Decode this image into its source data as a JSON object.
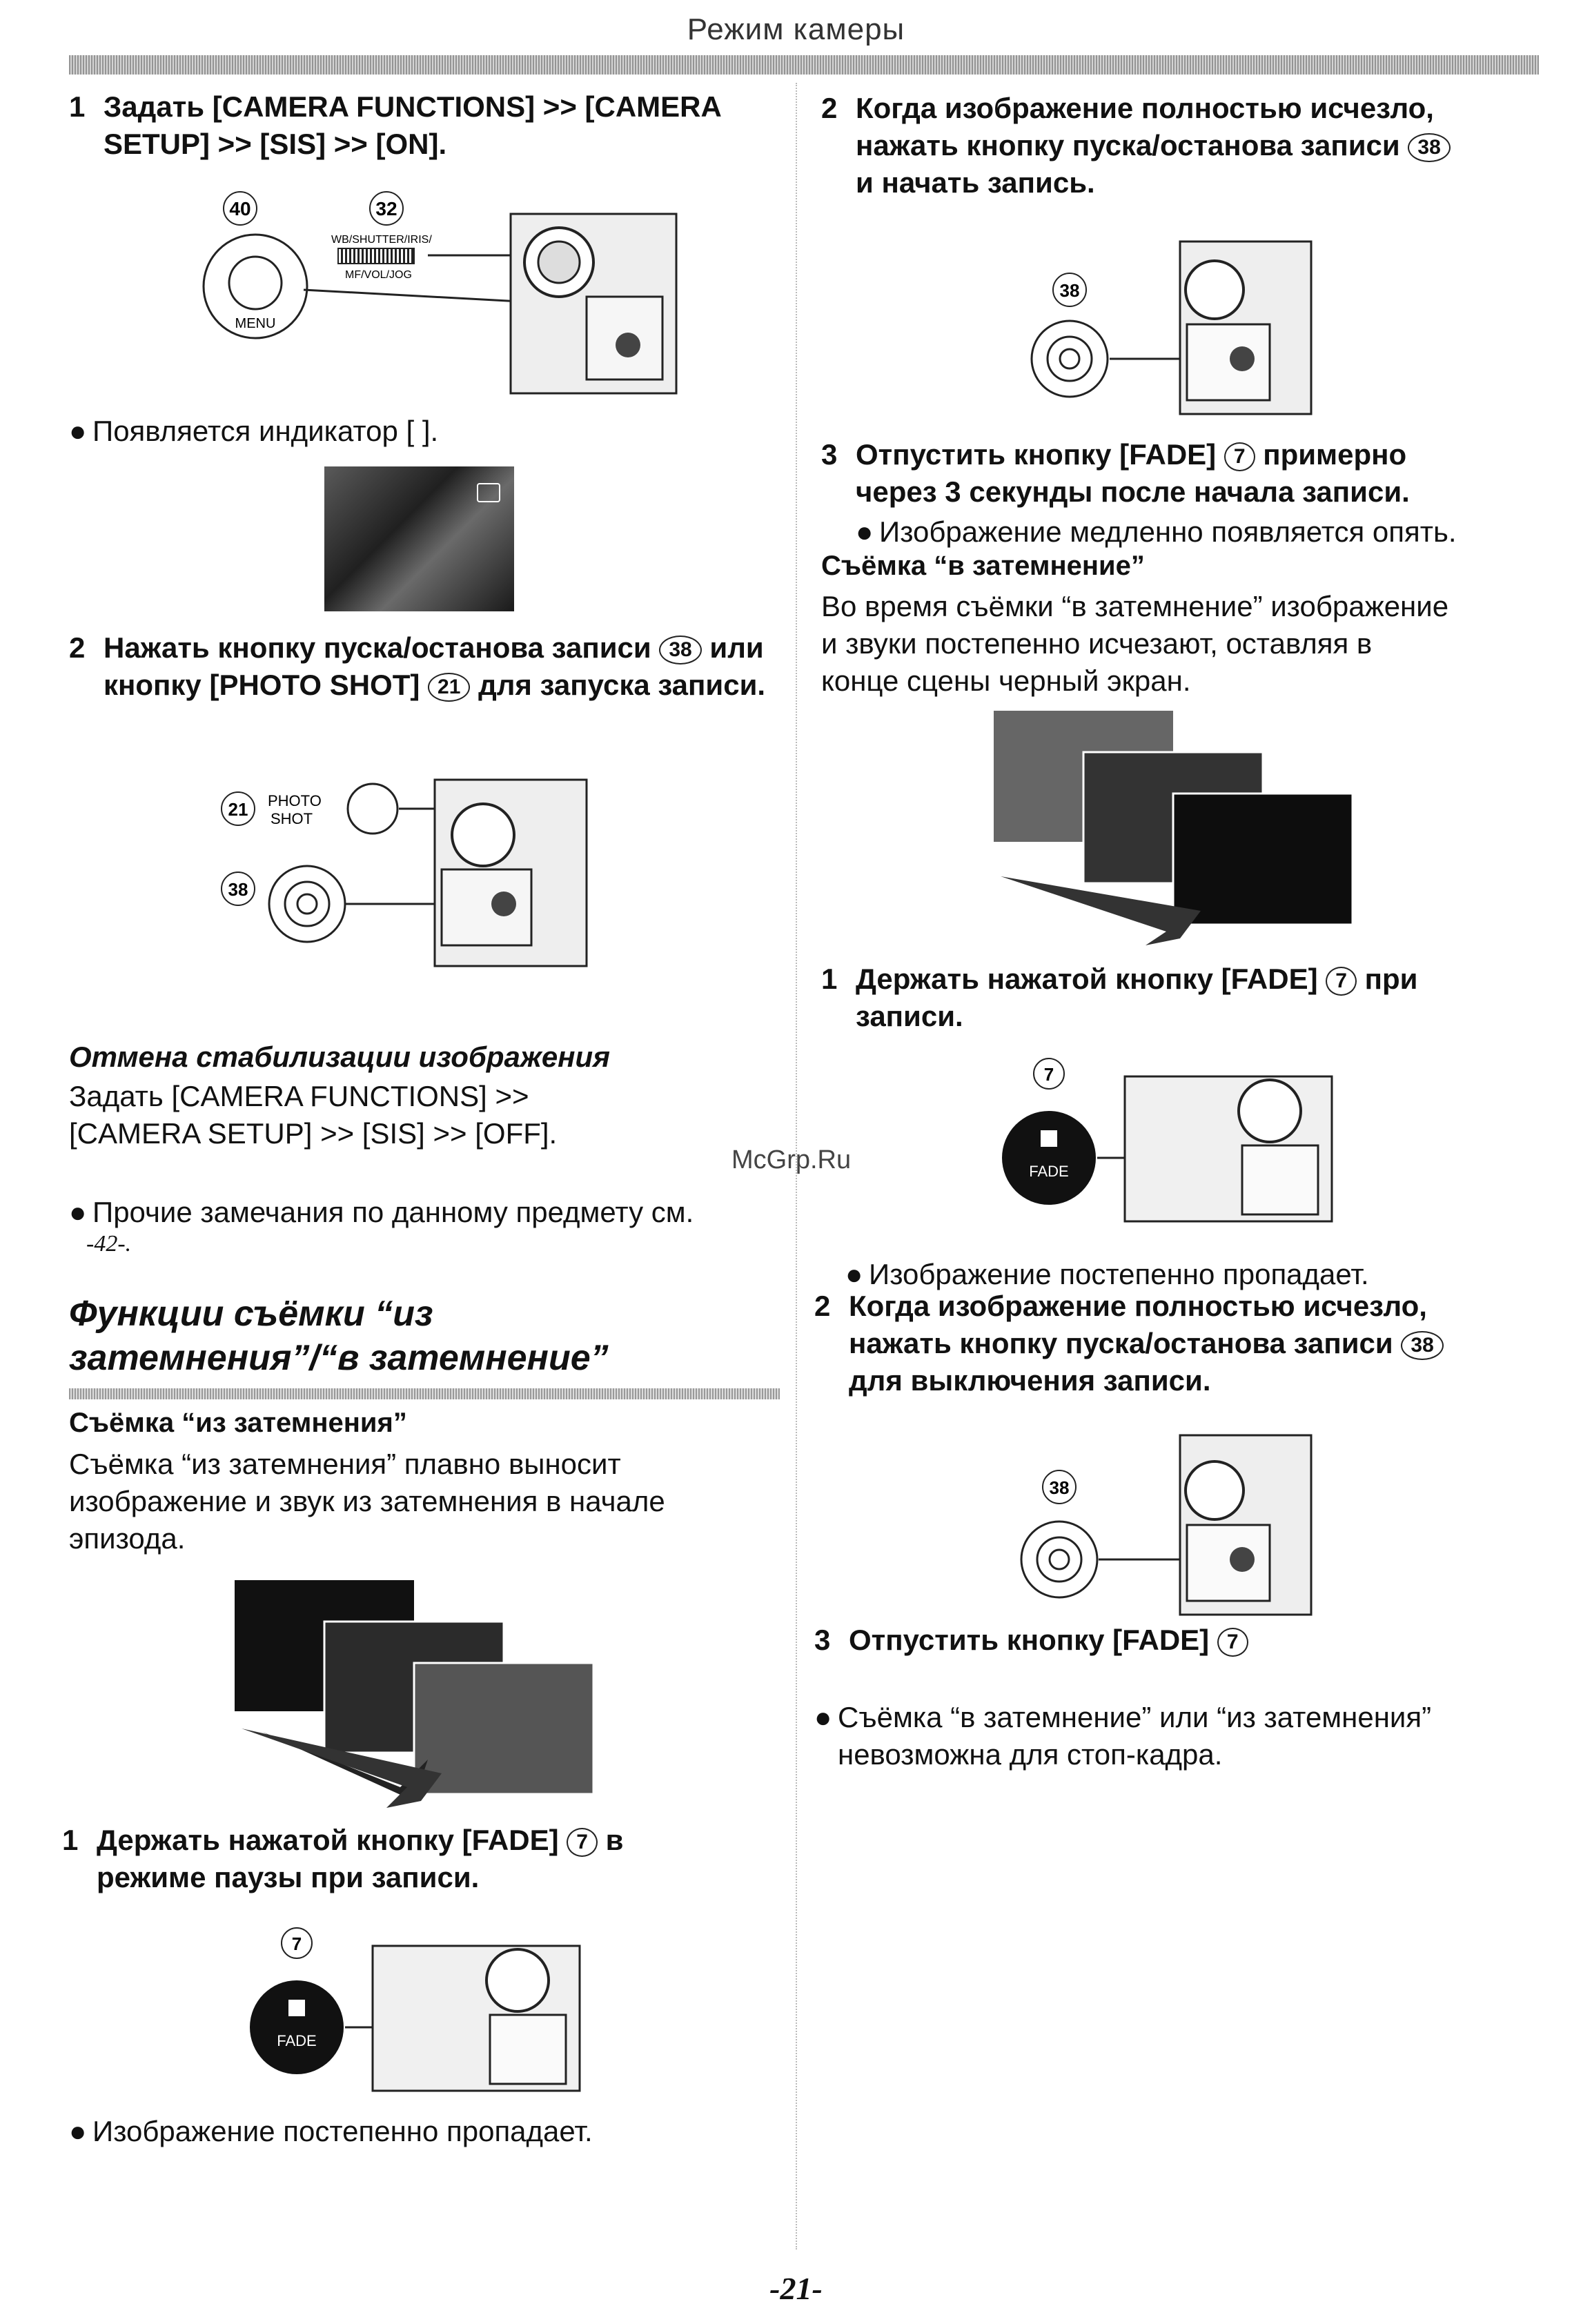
{
  "header": {
    "title": "Режим камеры"
  },
  "left": {
    "step1": {
      "num": "1",
      "text": "Задать [CAMERA FUNCTIONS] >> [CAMERA SETUP] >> [SIS] >> [ON]."
    },
    "fig1": {
      "label_a": "40",
      "label_b": "32",
      "menu": "MENU",
      "wb": "WB/SHUTTER/IRIS/",
      "mf": "MF/VOL/JOG"
    },
    "bullet1": "Появляется индикатор [ ].",
    "step2": {
      "num": "2",
      "part1": "Нажать кнопку пуска/останова записи",
      "btn1": "38",
      "part2": "или кнопку [PHOTO SHOT]",
      "btn2": "21",
      "part3": "для запуска записи."
    },
    "fig2": {
      "label_a": "21",
      "photo": "PHOTO",
      "shot": "SHOT",
      "label_b": "38"
    },
    "cancel": {
      "title": "Отмена стабилизации изображения",
      "text1": "Задать [CAMERA FUNCTIONS] >>",
      "text2": "[CAMERA SETUP] >> [SIS] >> [OFF]."
    },
    "note": {
      "text": "Прочие замечания по данному предмету см.",
      "page": "-42-."
    },
    "section": {
      "line1": "Функции съёмки “из",
      "line2": "затемнения”/“в затемнение”"
    },
    "fadein": {
      "title": "Съёмка “из затемнения”",
      "l1": "Съёмка “из затемнения” плавно выносит",
      "l2": "изображение и звук из затемнения в начале",
      "l3": "эпизода."
    },
    "step3": {
      "num": "1",
      "part1": "Держать нажатой кнопку [FADE]",
      "btn": "7",
      "part2": "в",
      "part3": "режиме паузы при записи."
    },
    "fig3": {
      "label": "7",
      "fade": "FADE"
    },
    "bullet2": "Изображение постепенно пропадает."
  },
  "right": {
    "step1": {
      "num": "2",
      "l1": "Когда изображение полностью исчезло,",
      "l2": "нажать кнопку пуска/останова записи",
      "btn": "38",
      "l3": "и начать запись."
    },
    "fig1": {
      "label": "38"
    },
    "step2": {
      "num": "3",
      "l1": "Отпустить кнопку [FADE]",
      "btn": "7",
      "l1b": "примерно",
      "l2": "через 3 секунды после начала записи."
    },
    "bullet1": "Изображение медленно появляется опять.",
    "fadeout": {
      "title": "Съёмка “в затемнение”",
      "l1": "Во время съёмки “в затемнение” изображение",
      "l2": "и звуки постепенно исчезают, оставляя в",
      "l3": "конце сцены черный экран."
    },
    "step3": {
      "num": "1",
      "l1": "Держать нажатой кнопку [FADE]",
      "btn": "7",
      "l1b": "при",
      "l2": "записи."
    },
    "fig3": {
      "label": "7",
      "fade": "FADE"
    },
    "bullet2": "Изображение постепенно пропадает.",
    "step4": {
      "num": "2",
      "l1": "Когда изображение полностью исчезло,",
      "l2": "нажать кнопку пуска/останова записи",
      "btn": "38",
      "l3": "для выключения записи."
    },
    "fig4": {
      "label": "38"
    },
    "step5": {
      "num": "3",
      "l1": "Отпустить кнопку [FADE]",
      "btn": "7"
    },
    "bullet3a": "Съёмка “в затемнение” или “из затемнения”",
    "bullet3b": "невозможна для стоп-кадра."
  },
  "watermark": "McGrp.Ru",
  "footer": {
    "page": "-21-"
  }
}
